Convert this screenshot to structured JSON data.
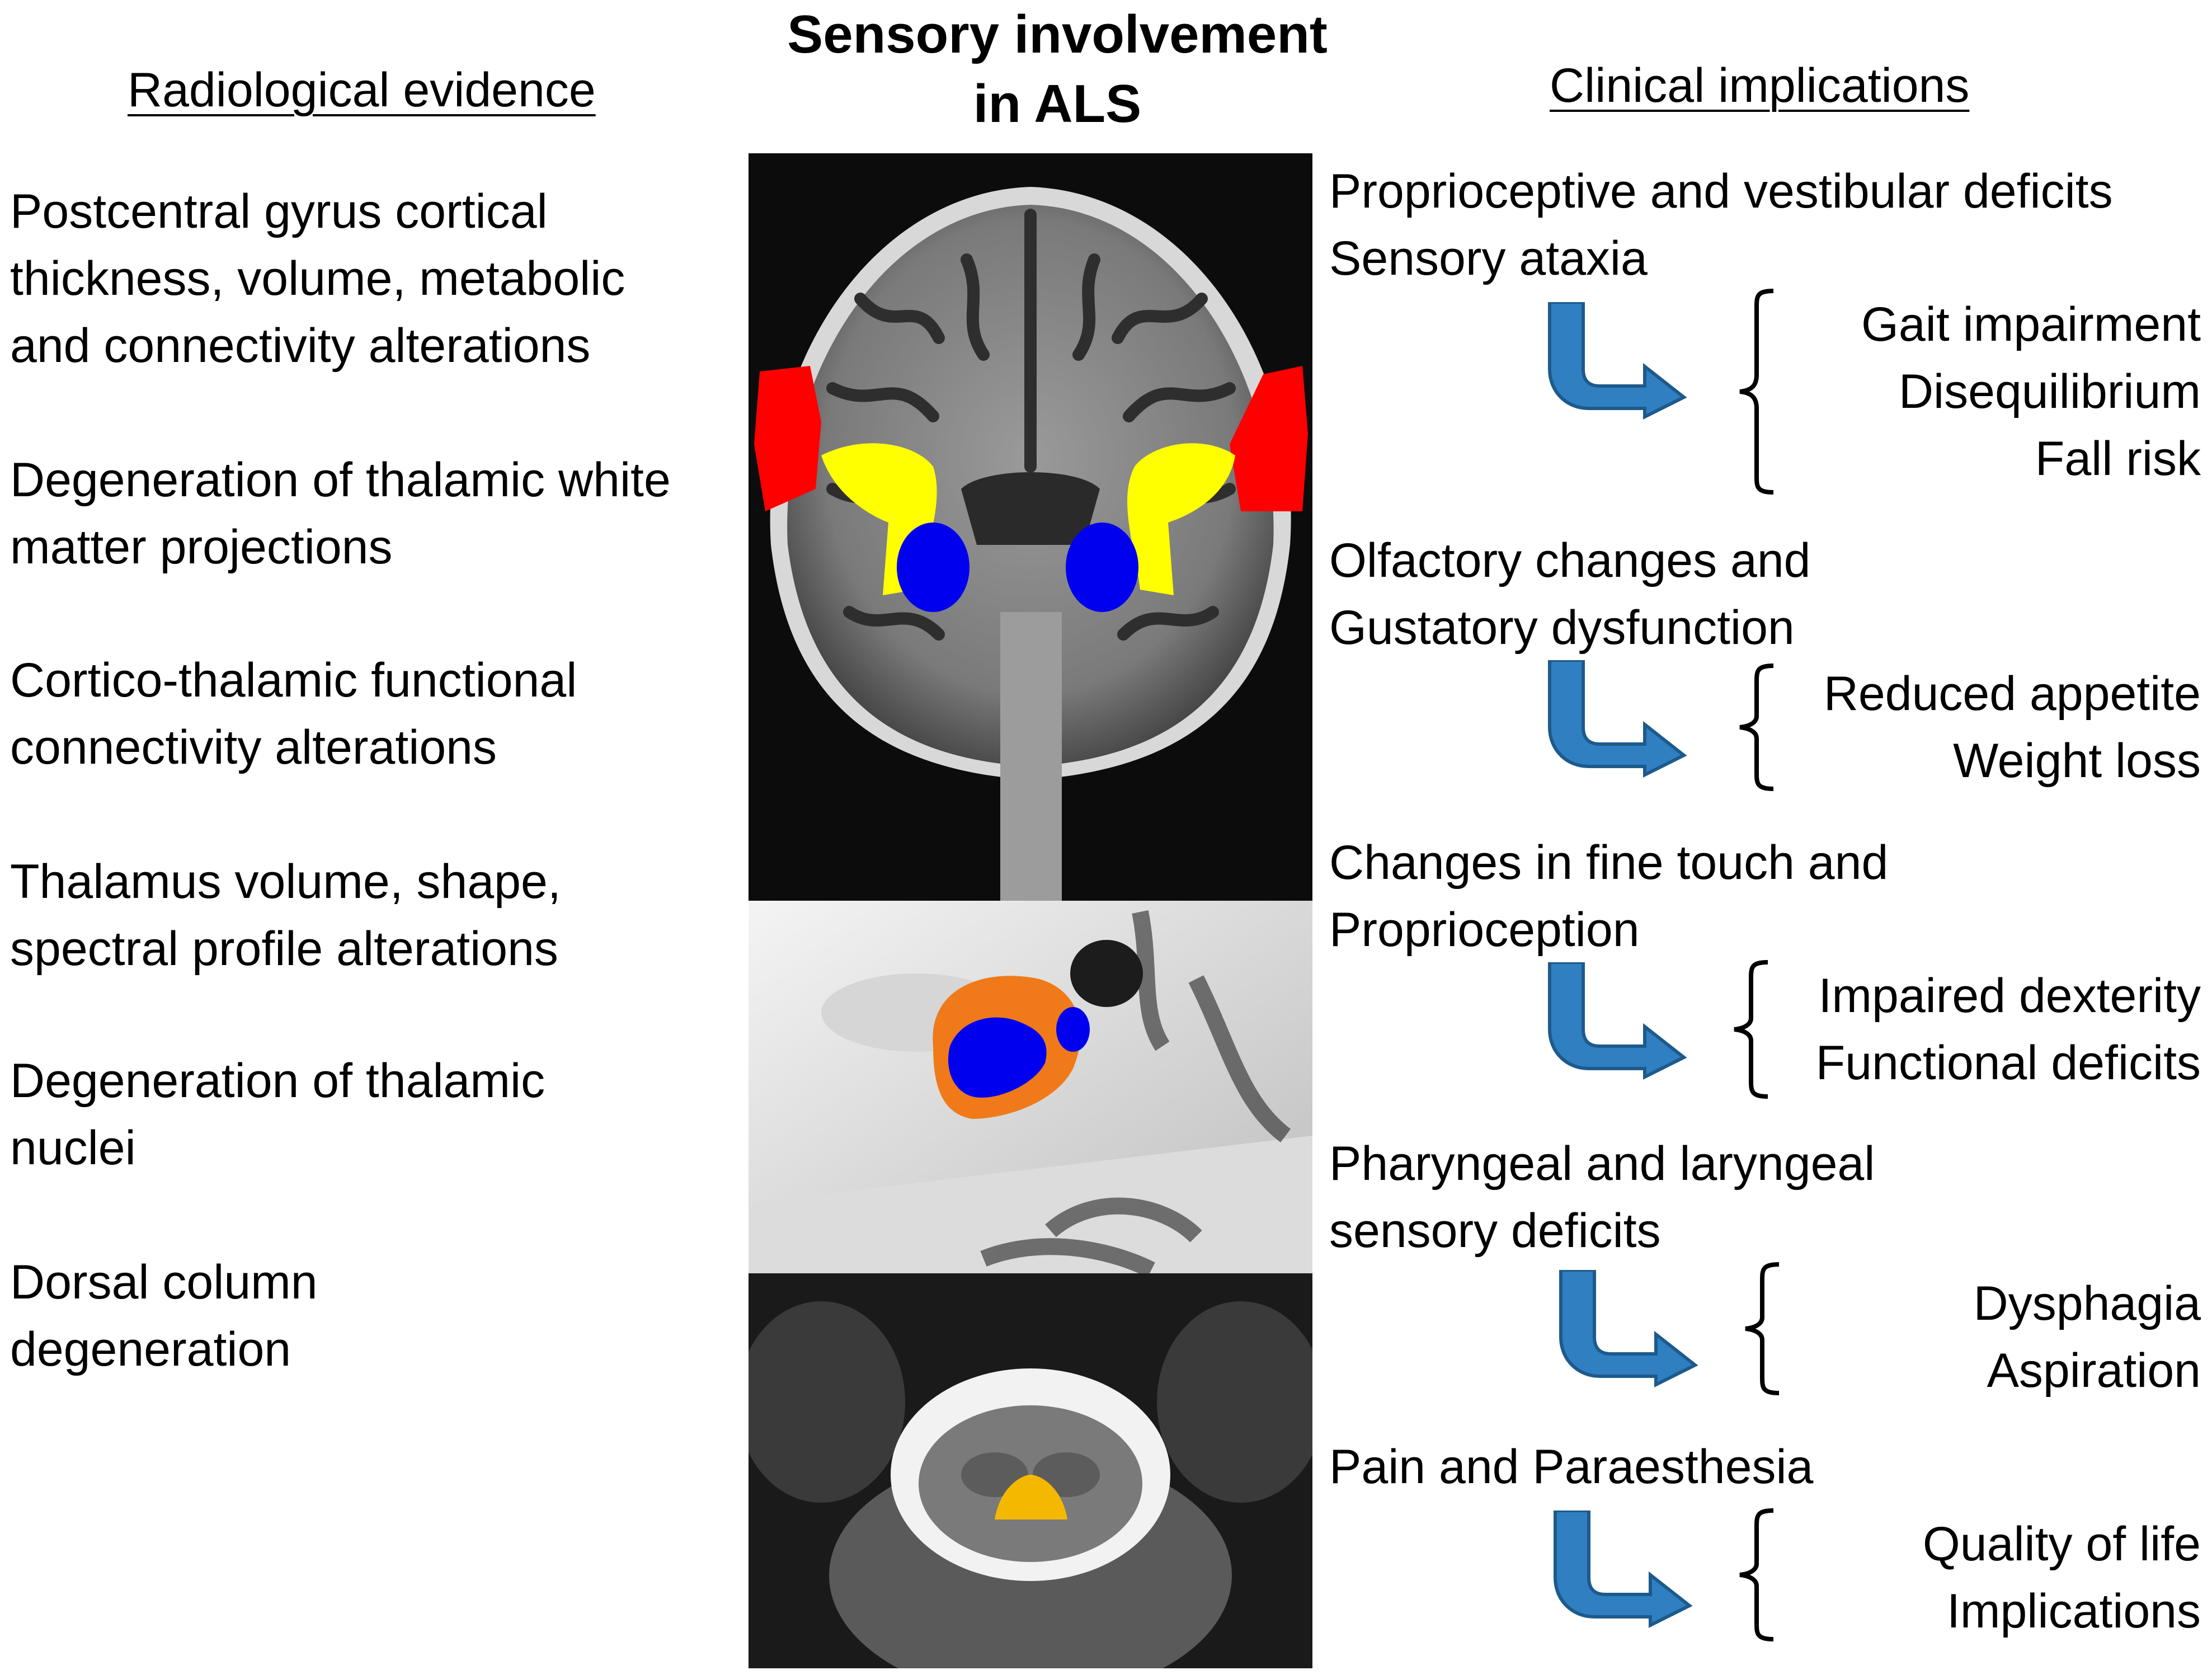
{
  "title": {
    "line1": "Sensory involvement",
    "line2": "in ALS"
  },
  "left_heading": "Radiological evidence",
  "right_heading": "Clinical implications",
  "radiological_evidence": [
    {
      "lines": [
        "Postcentral gyrus cortical",
        "thickness, volume, metabolic",
        "and connectivity alterations"
      ]
    },
    {
      "lines": [
        "Degeneration of thalamic white",
        "matter projections"
      ]
    },
    {
      "lines": [
        "Cortico-thalamic functional",
        "connectivity alterations"
      ]
    },
    {
      "lines": [
        "Thalamus volume, shape,",
        "spectral profile alterations"
      ]
    },
    {
      "lines": [
        "Degeneration of thalamic",
        "nuclei"
      ]
    },
    {
      "lines": [
        "Dorsal column",
        "degeneration"
      ]
    }
  ],
  "clinical_implications": [
    {
      "heading": [
        "Proprioceptive and vestibular deficits",
        "Sensory ataxia"
      ],
      "outcomes": [
        "Gait impairment",
        "Disequilibrium",
        "Fall risk"
      ]
    },
    {
      "heading": [
        "Olfactory changes and",
        "Gustatory dysfunction"
      ],
      "outcomes": [
        "Reduced appetite",
        "Weight loss"
      ]
    },
    {
      "heading": [
        "Changes in fine touch and",
        "Proprioception"
      ],
      "outcomes": [
        "Impaired dexterity",
        "Functional deficits"
      ]
    },
    {
      "heading": [
        "Pharyngeal and laryngeal",
        "sensory deficits"
      ],
      "outcomes": [
        "Dysphagia",
        "Aspiration"
      ]
    },
    {
      "heading": [
        "Pain and Paraesthesia"
      ],
      "outcomes": [
        "Quality of life",
        "Implications"
      ]
    }
  ],
  "colors": {
    "arrow": "#2f7fc1",
    "arrow_outline": "#1d5a8c",
    "cortex_highlight": "#ff0000",
    "white_matter_highlight": "#ffff00",
    "thalamus_highlight": "#0000ee",
    "thalamus_shape": "#f07a1a",
    "dorsal_column": "#f5b800"
  },
  "images": [
    {
      "name": "coronal-mri",
      "description_icon": "brain-coronal-slice-icon"
    },
    {
      "name": "thalamus-3d-render",
      "description_icon": "thalamus-render-icon"
    },
    {
      "name": "spinal-cord-axial",
      "description_icon": "spinal-cord-slice-icon"
    }
  ]
}
